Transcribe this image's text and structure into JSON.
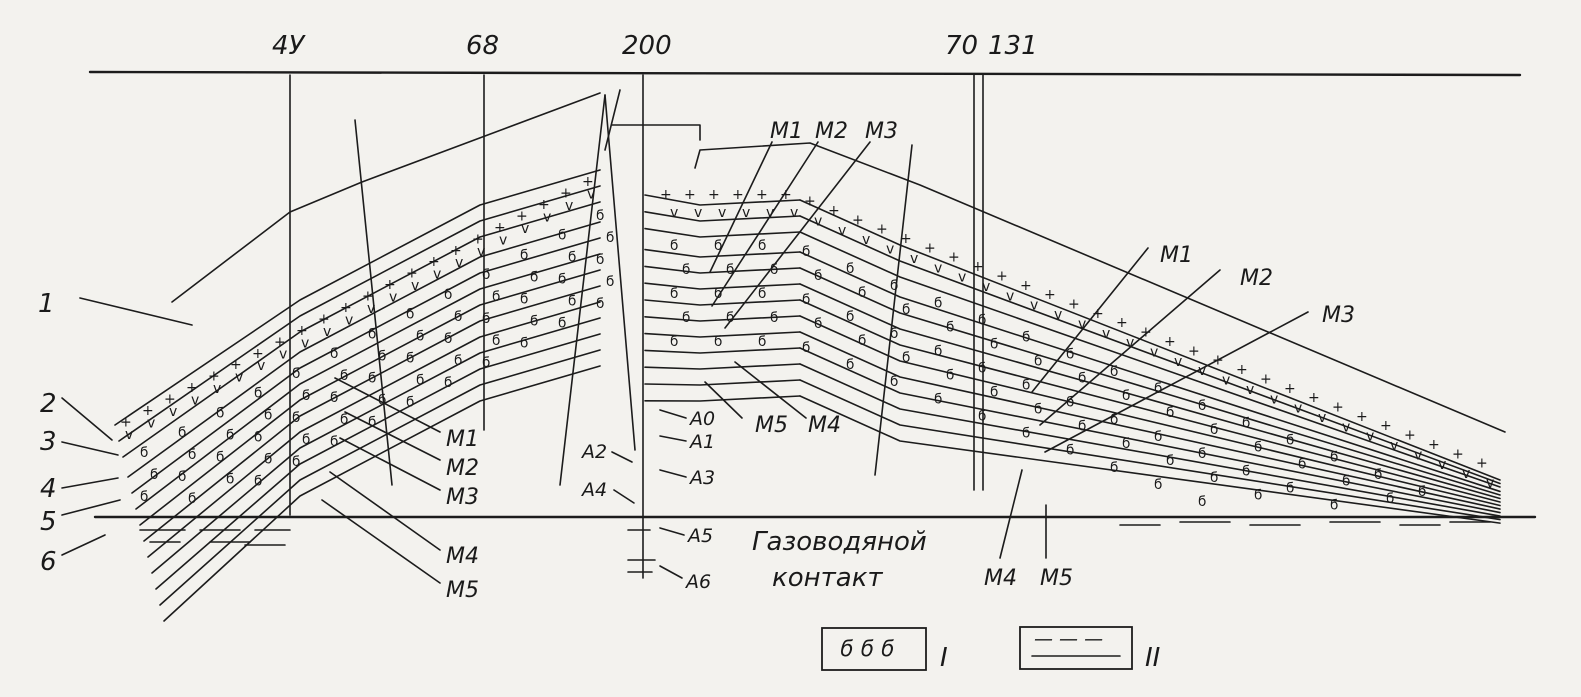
{
  "wells": [
    "4У",
    "68",
    "200",
    "70",
    "131"
  ],
  "left_numbers": [
    "1",
    "2",
    "3",
    "4",
    "5",
    "6"
  ],
  "m_labels_left": [
    "M1",
    "M2",
    "M3",
    "M4",
    "M5"
  ],
  "m_labels_center": [
    "M1",
    "M2",
    "M3",
    "M4",
    "M5"
  ],
  "m_labels_right": [
    "M1",
    "M2",
    "M3",
    "M4",
    "M5"
  ],
  "a_labels": [
    "A0",
    "A1",
    "A2",
    "A3",
    "A4",
    "A5",
    "A6"
  ],
  "contact_label": [
    "Газоводяной",
    "контакт"
  ],
  "legend": [
    {
      "symbol": "ϭ ϭ ϭ",
      "label": "I"
    },
    {
      "symbol": "— — —",
      "label": "II"
    }
  ]
}
